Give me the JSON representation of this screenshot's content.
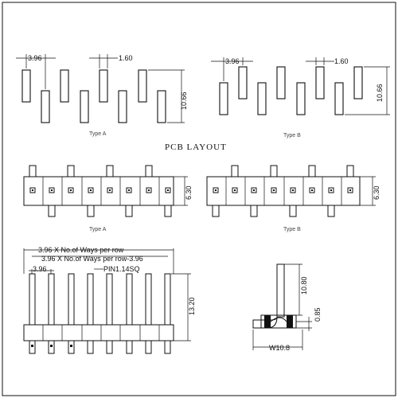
{
  "drawing": {
    "pcb_layout_title": "PCB LAYOUT",
    "type_a_caption": "Type A",
    "type_b_caption": "Type B",
    "dims": {
      "pitch": "3.96",
      "pad_width": "1.60",
      "pad_height": "10.66",
      "body_height": "6.30",
      "total_pitch": "3.96 X No.of Ways per row",
      "total_pitch_minus": "3.96 X No.of Ways per row-3.96",
      "pin_size": "PIN1.14SQ",
      "pin_height": "13.20",
      "pin_length": "10.80",
      "base_height": "0.85",
      "body_width": "W10.8"
    }
  }
}
